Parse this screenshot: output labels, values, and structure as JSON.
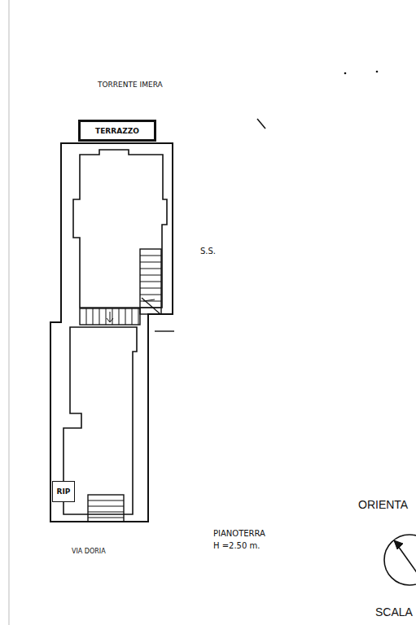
{
  "diagram": {
    "nodes": [
      {
        "text": [
          "TERRAZZO"
        ]
      },
      {
        "text": [
          "RIP"
        ]
      }
    ],
    "labels": [
      "TORRENTE IMERA",
      "S.S.",
      "VIA DORIA",
      "PIANOTERRA",
      "H =2.50 m.",
      "ORIENTA",
      "SCALA"
    ]
  }
}
